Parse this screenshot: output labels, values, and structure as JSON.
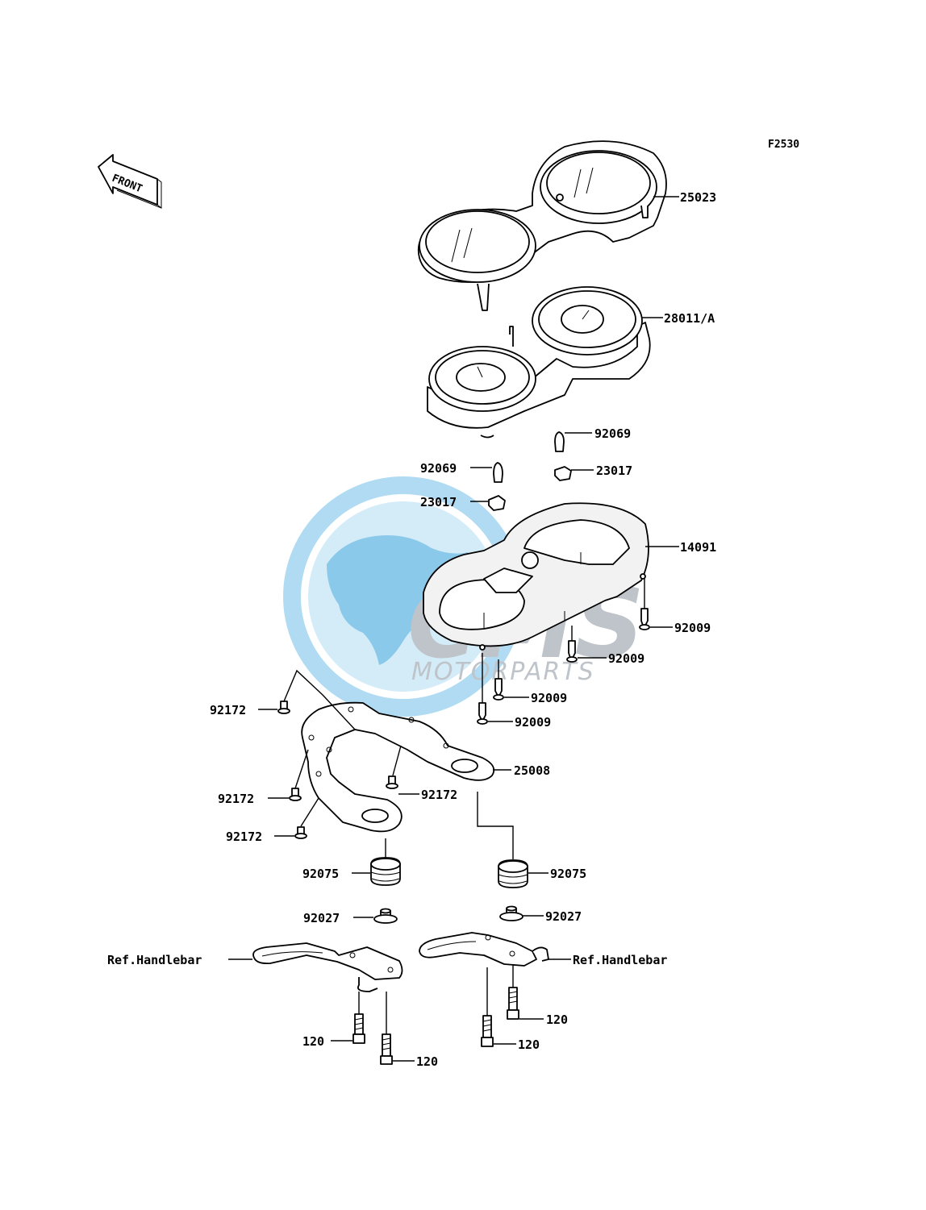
{
  "figure_code": "F2530",
  "front_marker": "FRONT",
  "watermark": {
    "logo": "CMS",
    "sub": "MOTORPARTS"
  },
  "colors": {
    "line": "#000000",
    "background": "#ffffff",
    "watermark_blue": "#9fd3ef",
    "watermark_grey": "#b8bec4"
  },
  "labels": {
    "p25023": "25023",
    "p28011a": "28011/A",
    "p92069_a": "92069",
    "p92069_b": "92069",
    "p23017_a": "23017",
    "p23017_b": "23017",
    "p14091": "14091",
    "p92009_a": "92009",
    "p92009_b": "92009",
    "p92009_c": "92009",
    "p92009_d": "92009",
    "p92172_a": "92172",
    "p92172_b": "92172",
    "p92172_c": "92172",
    "p92172_d": "92172",
    "p25008": "25008",
    "p92075_a": "92075",
    "p92075_b": "92075",
    "p92027_a": "92027",
    "p92027_b": "92027",
    "ref_left": "Ref.Handlebar",
    "ref_right": "Ref.Handlebar",
    "p120_a": "120",
    "p120_b": "120",
    "p120_c": "120",
    "p120_d": "120"
  }
}
